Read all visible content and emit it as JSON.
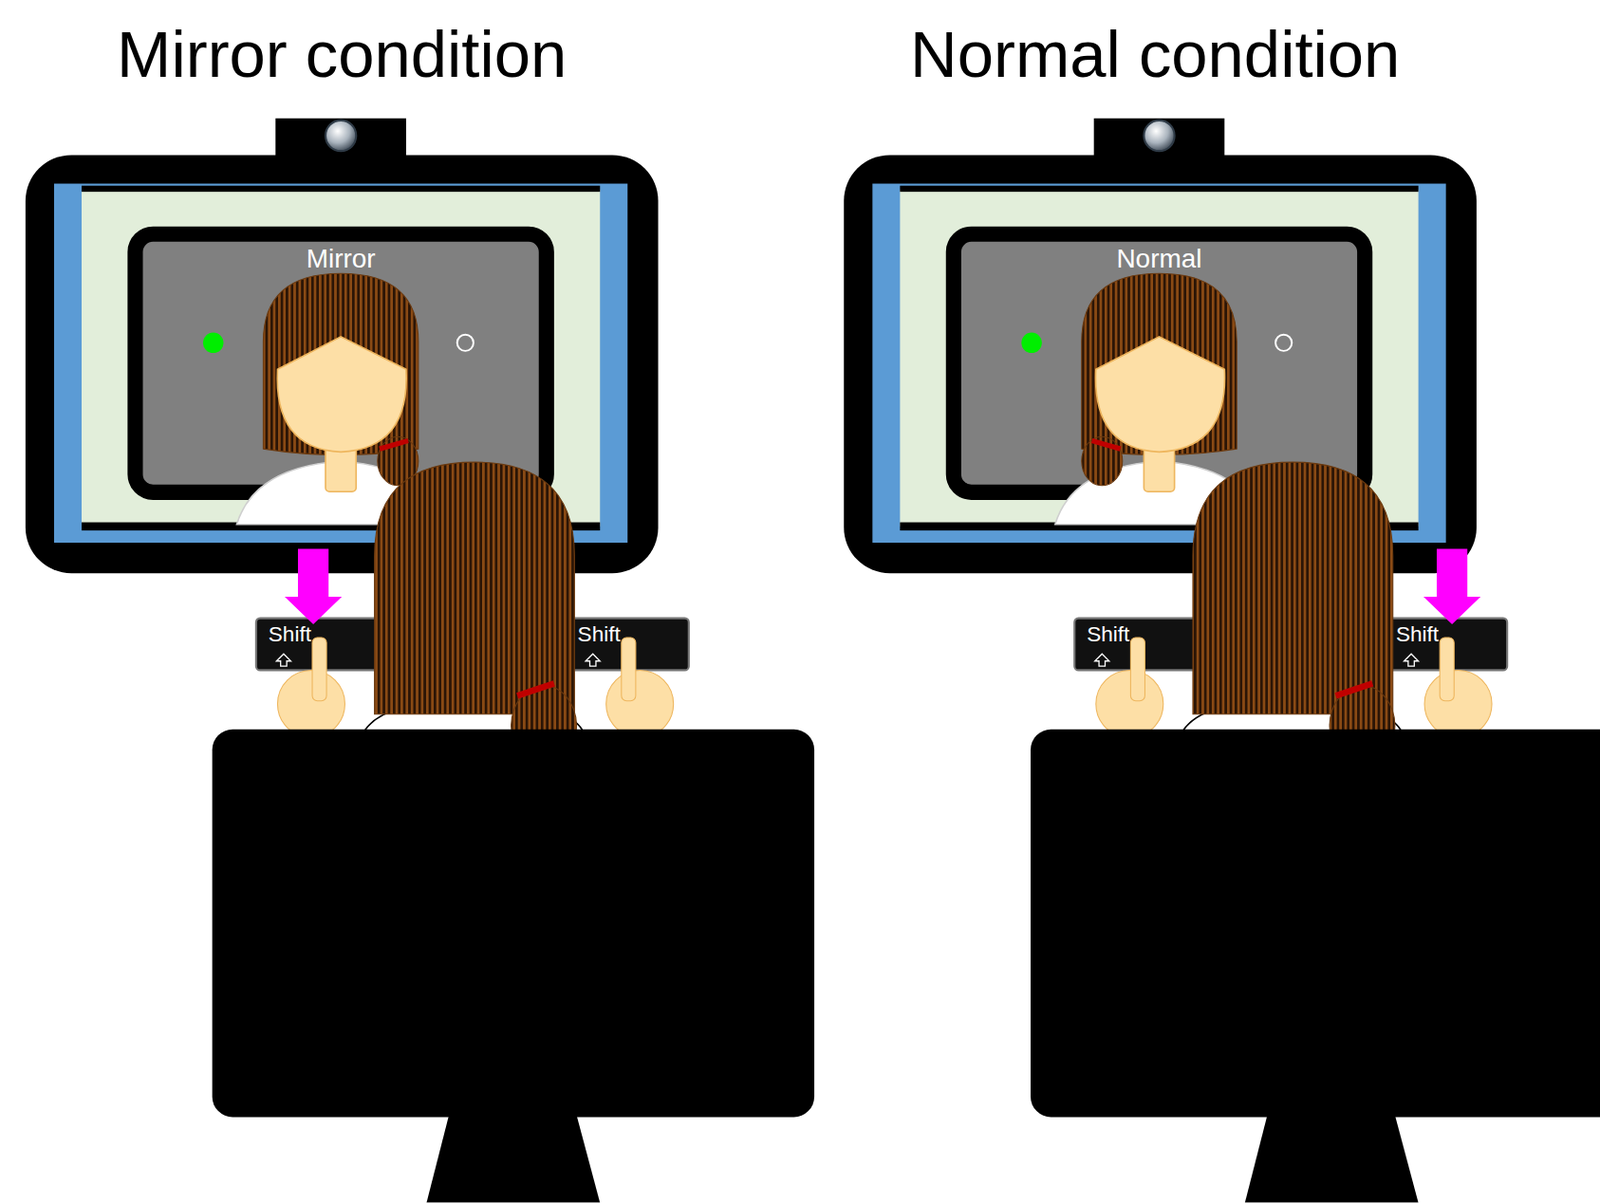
{
  "diagram": {
    "nodes": [
      {
        "text": [
          "Mirror"
        ]
      },
      {
        "text": [
          "Normal"
        ]
      },
      {
        "text": [
          "Shift"
        ]
      },
      {
        "text": [
          "Shift"
        ]
      },
      {
        "text": [
          "Shift"
        ]
      },
      {
        "text": [
          "Shift"
        ]
      }
    ],
    "edges": [],
    "labels": [
      "Mirror condition",
      "Normal condition"
    ]
  }
}
